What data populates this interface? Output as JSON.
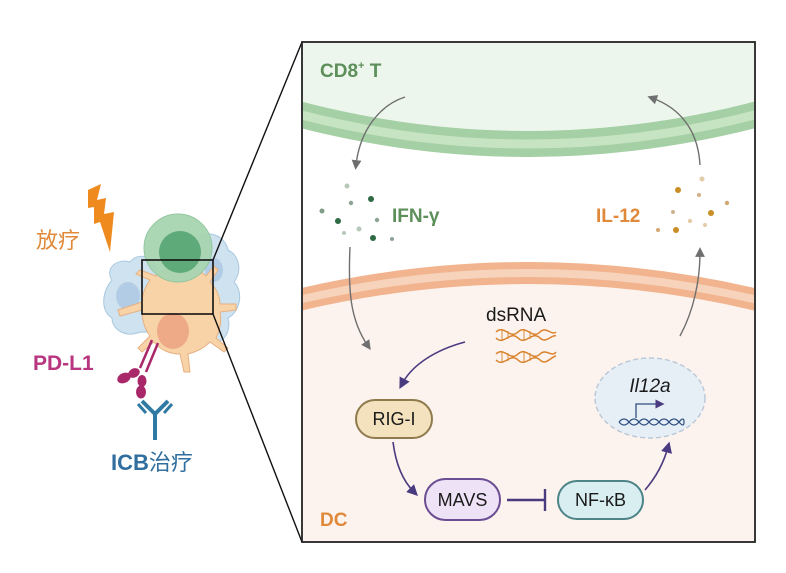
{
  "title": "Radiotherapy + ICB: dsRNA–RIG-I–MAVS–NF-κB–Il12a axis in DC",
  "left_panel": {
    "radiotherapy_label": "放疗",
    "pdl1_label": "PD-L1",
    "icb_label_latin": "ICB",
    "icb_label_cjk": "治疗"
  },
  "zoom_panel": {
    "tcell_label": "CD8",
    "tcell_label_sup": "+",
    "tcell_label_suffix": " T",
    "dc_label": "DC",
    "ifn_label": "IFN-γ",
    "il12_label": "IL-12",
    "dsrna_label": "dsRNA",
    "gene_label": "Il12a",
    "nodes": {
      "rig1": "RIG-I",
      "mavs": "MAVS",
      "nfkb": "NF-κB"
    }
  },
  "colors": {
    "tcell_green": "#5c8f5a",
    "dc_orange": "#e0893a",
    "pdl1_magenta": "#b8357f",
    "icb_blue": "#2f6e9e",
    "pathway_purple": "#4a3a80",
    "arrow_gray": "#6f6f6f"
  }
}
